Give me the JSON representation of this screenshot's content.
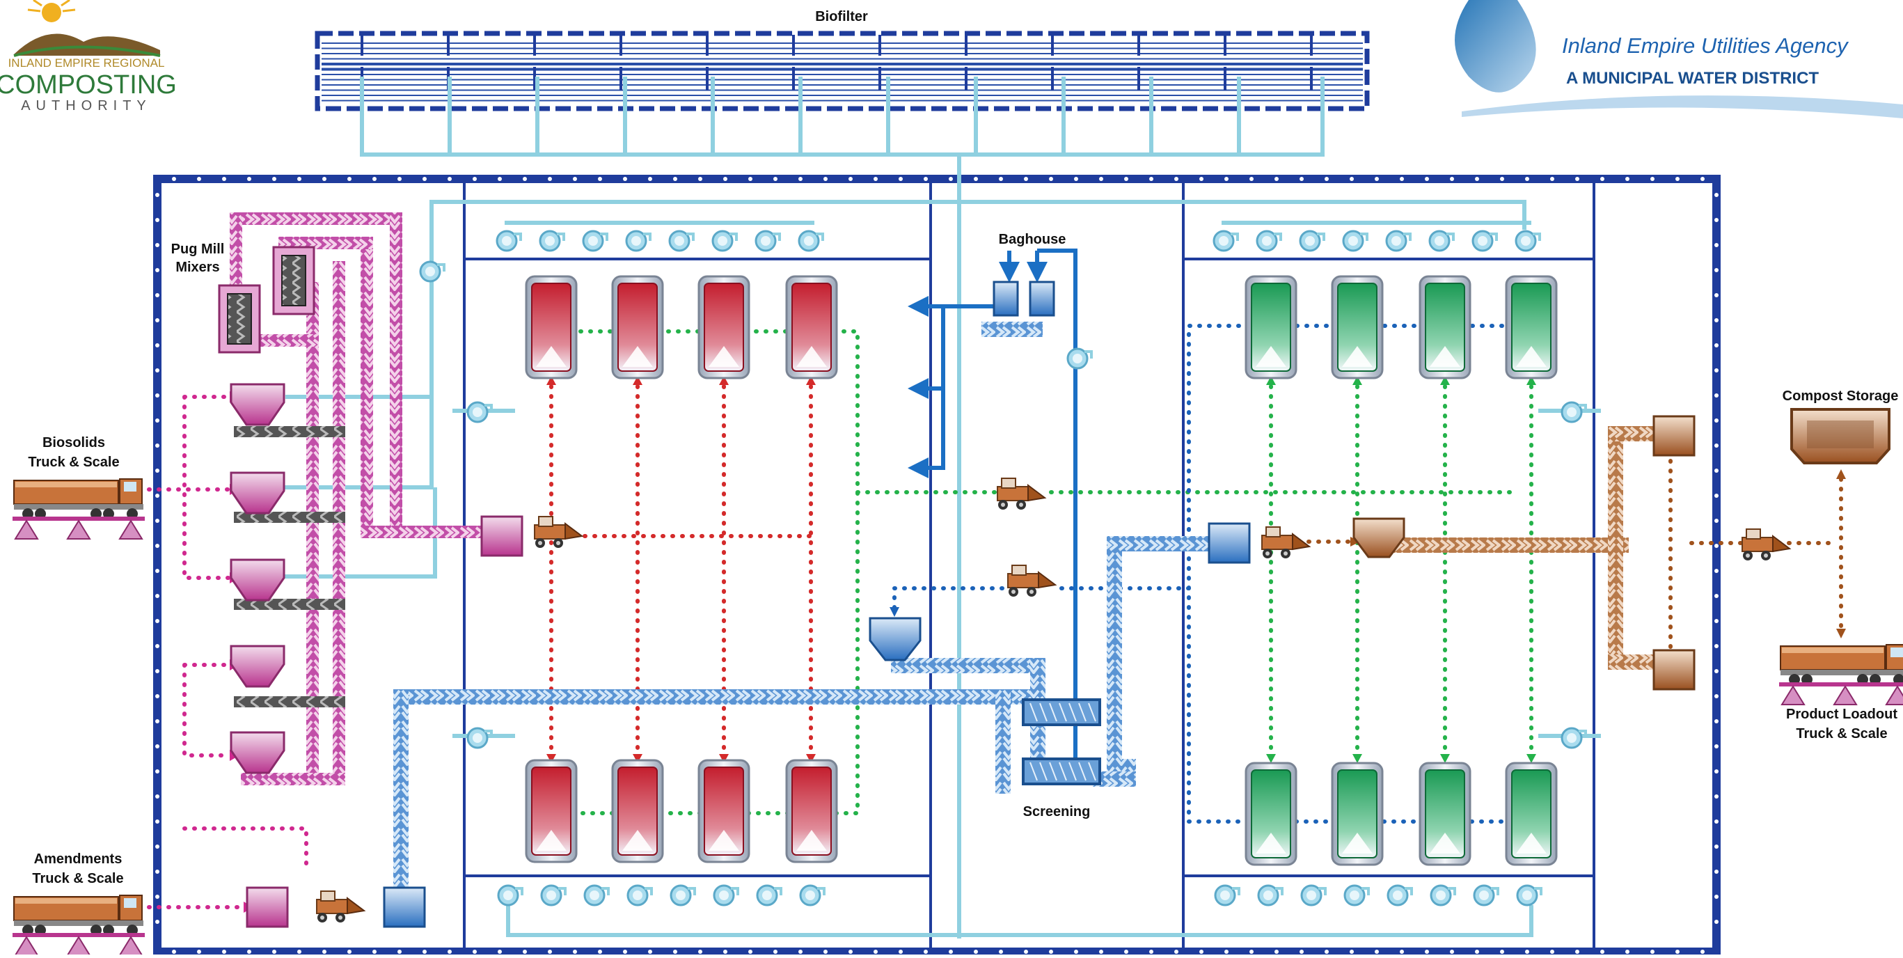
{
  "logos": {
    "irca_line1": "INLAND EMPIRE REGIONAL",
    "irca_line2": "COMPOSTING",
    "irca_line3": "AUTHORITY",
    "ieua_line1": "Inland Empire Utilities Agency",
    "ieua_line2": "A MUNICIPAL WATER DISTRICT"
  },
  "labels": {
    "biofilter": "Biofilter",
    "pug_mill_1": "Pug Mill",
    "pug_mill_2": "Mixers",
    "baghouse": "Baghouse",
    "screening": "Screening",
    "compost_storage": "Compost Storage",
    "biosolids_1": "Biosolids",
    "biosolids_2": "Truck & Scale",
    "amendments_1": "Amendments",
    "amendments_2": "Truck & Scale",
    "product_1": "Product Loadout",
    "product_2": "Truck & Scale"
  },
  "colors": {
    "building_frame": "#1f3c9c",
    "air_duct": "#8fd0e0",
    "baghouse_duct": "#1b6fc4",
    "magenta_flow": "#d0288f",
    "red_flow": "#d42a2a",
    "green_flow": "#24b24a",
    "blue_flow": "#1b62b8",
    "brown_flow": "#a0521c",
    "red_vessel": "#c41e2e",
    "green_vessel": "#1a9a54",
    "conveyor_magenta": "#c24ea8",
    "conveyor_blue": "#5a94d4",
    "conveyor_brown": "#b87a4a",
    "truck_orange": "#c8733a"
  },
  "icons": {
    "fan": "fan-icon",
    "vessel": "vessel-icon",
    "hopper": "hopper-icon",
    "loader": "loader-icon",
    "truck": "truck-icon",
    "mixer": "mixer-icon",
    "screen": "screen-icon",
    "bin": "bin-icon"
  }
}
